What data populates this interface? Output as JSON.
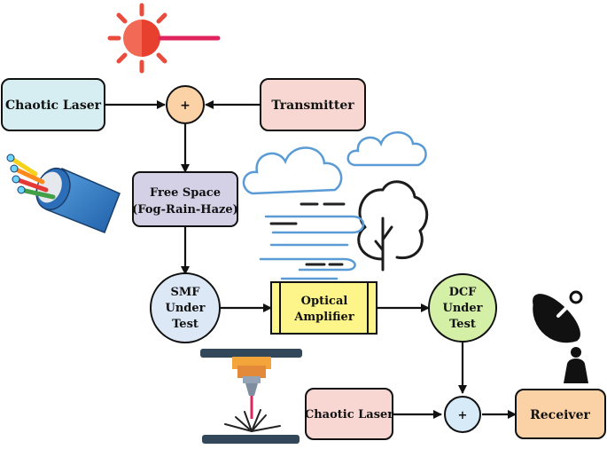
{
  "nodes": {
    "chaotic_laser_top": {
      "label": "Chaotic Laser",
      "fill": "#d6eef1"
    },
    "transmitter": {
      "label": "Transmitter",
      "fill": "#f8d7d2"
    },
    "sum_top": {
      "label": "+",
      "fill": "#fbd2a6"
    },
    "free_space": {
      "line1": "Free Space",
      "line2": "(Fog-Rain-Haze)",
      "fill": "#d4d1e6"
    },
    "smf": {
      "line1": "SMF",
      "line2": "Under",
      "line3": "Test",
      "fill": "#dce8f5"
    },
    "optical_amplifier": {
      "line1": "Optical",
      "line2": "Amplifier",
      "fill": "#fdf58a"
    },
    "dcf": {
      "line1": "DCF",
      "line2": "Under",
      "line3": "Test",
      "fill": "#d3f0a6"
    },
    "chaotic_laser_bottom": {
      "label": "Chaotic Laser",
      "fill": "#f8d7d2"
    },
    "sum_bottom": {
      "label": "+",
      "fill": "#d6eaf8"
    },
    "receiver": {
      "label": "Receiver",
      "fill": "#fbd2a6"
    }
  },
  "icons": [
    "sun-laser-icon",
    "fiber-cable-icon",
    "cloud-icon",
    "tree-icon",
    "wind-icon",
    "laser-cutter-icon",
    "satellite-dish-icon"
  ],
  "colors": {
    "stroke": "#111111",
    "sun": "#e94b3c",
    "laser_beam": "#e0245e",
    "cloud_stroke": "#5b9bd5"
  }
}
